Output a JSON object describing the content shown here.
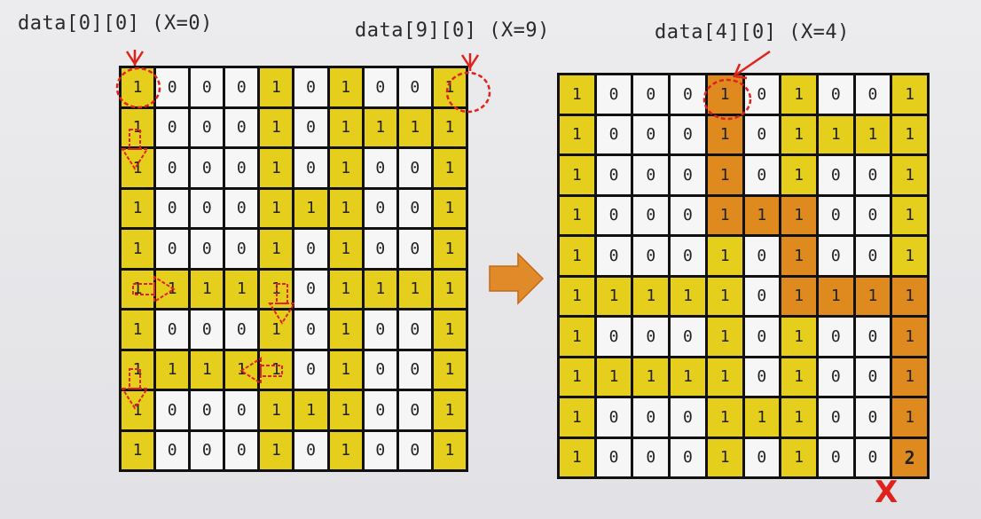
{
  "labels": {
    "left": "data[0][0] (X=0)",
    "mid": "data[9][0] (X=9)",
    "right": "data[4][0] (X=4)"
  },
  "x_mark": "X",
  "colors": {
    "one": "#e6cf1c",
    "path": "#df8a1e",
    "zero": "#f6f6f6",
    "annotation": "#e0221c",
    "transition_arrow": "#e08a2a"
  },
  "left_grid": [
    [
      "1",
      "0",
      "0",
      "0",
      "1",
      "0",
      "1",
      "0",
      "0",
      "1"
    ],
    [
      "1",
      "0",
      "0",
      "0",
      "1",
      "0",
      "1",
      "1",
      "1",
      "1"
    ],
    [
      "1",
      "0",
      "0",
      "0",
      "1",
      "0",
      "1",
      "0",
      "0",
      "1"
    ],
    [
      "1",
      "0",
      "0",
      "0",
      "1",
      "1",
      "1",
      "0",
      "0",
      "1"
    ],
    [
      "1",
      "0",
      "0",
      "0",
      "1",
      "0",
      "1",
      "0",
      "0",
      "1"
    ],
    [
      "1",
      "1",
      "1",
      "1",
      "1",
      "0",
      "1",
      "1",
      "1",
      "1"
    ],
    [
      "1",
      "0",
      "0",
      "0",
      "1",
      "0",
      "1",
      "0",
      "0",
      "1"
    ],
    [
      "1",
      "1",
      "1",
      "1",
      "1",
      "0",
      "1",
      "0",
      "0",
      "1"
    ],
    [
      "1",
      "0",
      "0",
      "0",
      "1",
      "1",
      "1",
      "0",
      "0",
      "1"
    ],
    [
      "1",
      "0",
      "0",
      "0",
      "1",
      "0",
      "1",
      "0",
      "0",
      "1"
    ]
  ],
  "right_grid": [
    [
      "1",
      "0",
      "0",
      "0",
      "1",
      "0",
      "1",
      "0",
      "0",
      "1"
    ],
    [
      "1",
      "0",
      "0",
      "0",
      "1",
      "0",
      "1",
      "1",
      "1",
      "1"
    ],
    [
      "1",
      "0",
      "0",
      "0",
      "1",
      "0",
      "1",
      "0",
      "0",
      "1"
    ],
    [
      "1",
      "0",
      "0",
      "0",
      "1",
      "1",
      "1",
      "0",
      "0",
      "1"
    ],
    [
      "1",
      "0",
      "0",
      "0",
      "1",
      "0",
      "1",
      "0",
      "0",
      "1"
    ],
    [
      "1",
      "1",
      "1",
      "1",
      "1",
      "0",
      "1",
      "1",
      "1",
      "1"
    ],
    [
      "1",
      "0",
      "0",
      "0",
      "1",
      "0",
      "1",
      "0",
      "0",
      "1"
    ],
    [
      "1",
      "1",
      "1",
      "1",
      "1",
      "0",
      "1",
      "0",
      "0",
      "1"
    ],
    [
      "1",
      "0",
      "0",
      "0",
      "1",
      "1",
      "1",
      "0",
      "0",
      "1"
    ],
    [
      "1",
      "0",
      "0",
      "0",
      "1",
      "0",
      "1",
      "0",
      "0",
      "2"
    ]
  ],
  "right_path_cells": [
    [
      0,
      4
    ],
    [
      1,
      4
    ],
    [
      2,
      4
    ],
    [
      3,
      4
    ],
    [
      3,
      5
    ],
    [
      3,
      6
    ],
    [
      4,
      6
    ],
    [
      5,
      6
    ],
    [
      5,
      7
    ],
    [
      5,
      8
    ],
    [
      5,
      9
    ],
    [
      6,
      9
    ],
    [
      7,
      9
    ],
    [
      8,
      9
    ],
    [
      9,
      9
    ]
  ]
}
